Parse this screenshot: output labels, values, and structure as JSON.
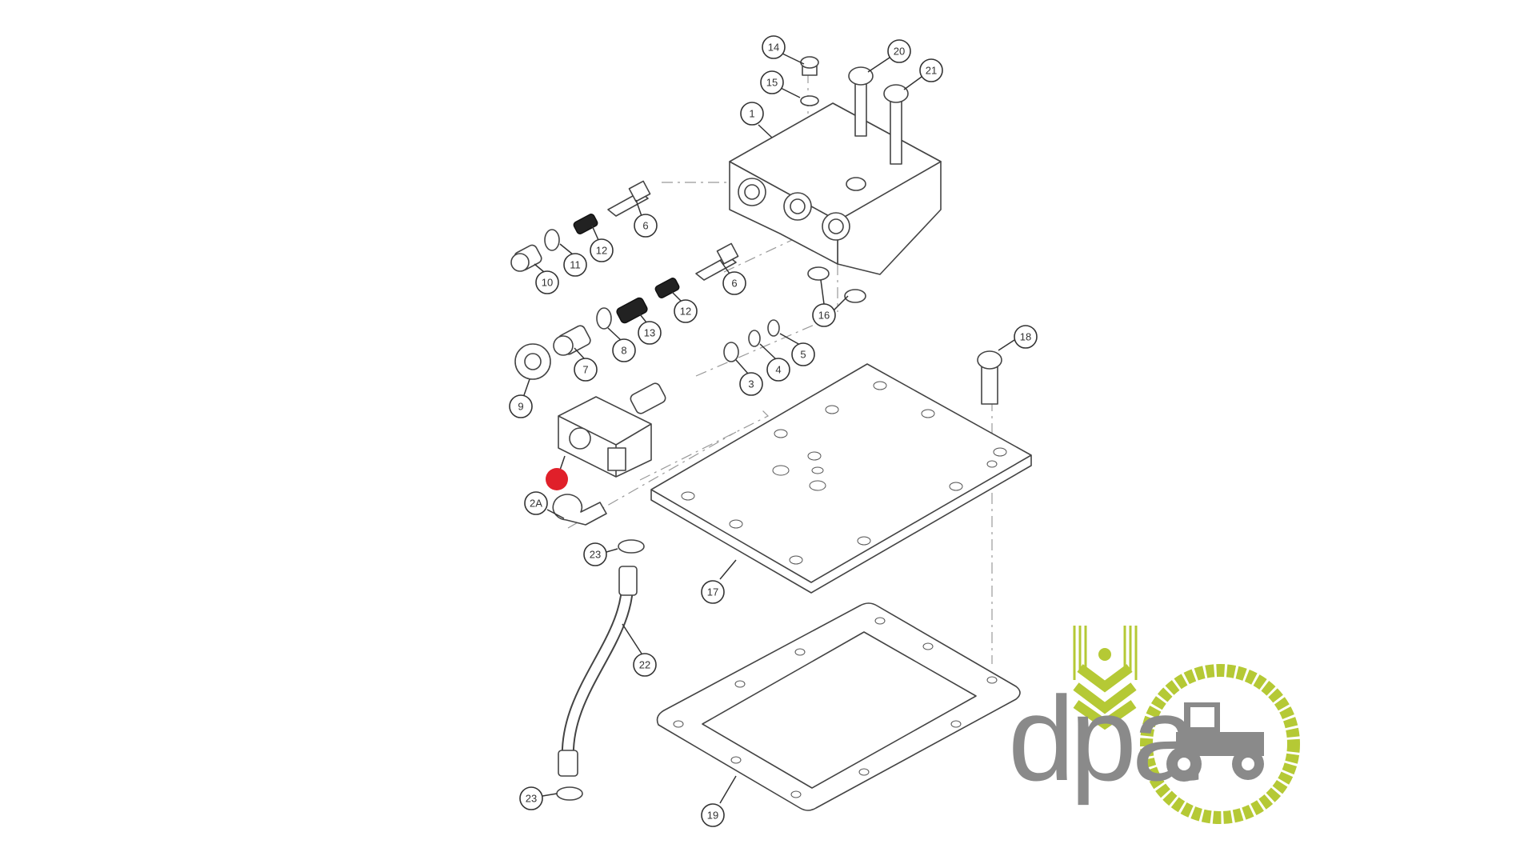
{
  "diagram": {
    "callouts": [
      "14",
      "20",
      "21",
      "15",
      "1",
      "6",
      "12",
      "11",
      "10",
      "6",
      "16",
      "12",
      "13",
      "8",
      "7",
      "9",
      "3",
      "4",
      "5",
      "18",
      "2A",
      "23",
      "17",
      "22",
      "23",
      "19"
    ],
    "highlight_color": "#e0202a"
  },
  "logo": {
    "text": "dpa",
    "green": "#b5c935",
    "gray": "#8a8a8a"
  }
}
